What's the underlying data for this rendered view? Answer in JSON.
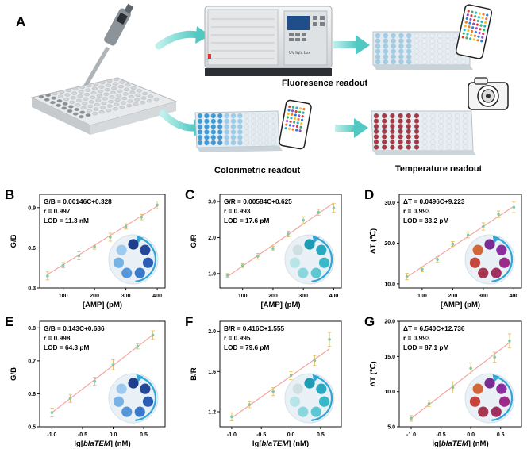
{
  "panel_a": {
    "letter": "A",
    "fluorescence_caption": "Fluoresence readout",
    "colorimetric_caption": "Colorimetric readout",
    "temperature_caption": "Temperature readout",
    "device_label": "UV light box"
  },
  "colors": {
    "fit_line": "#f4a6a0",
    "points": "#7fc8a9",
    "error_bars": "#e0c060",
    "arrow": "#2ea6d8",
    "teal": "#5ccbc8"
  },
  "chart_data": [
    {
      "panel": "B",
      "type": "scatter",
      "equation": "G/B = 0.00146C+0.328",
      "r_text": "r = 0.997",
      "lod_text": "LOD = 11.3 nM",
      "xlabel": "[AMP] (pM)",
      "ylabel": "G/B",
      "xlim": [
        25,
        425
      ],
      "ylim": [
        0.3,
        1.0
      ],
      "xticks": [
        100,
        200,
        300,
        400
      ],
      "yticks": [
        0.3,
        0.6,
        0.9
      ],
      "ytick_labels": [
        "0.3",
        "0.6",
        "0.9"
      ],
      "x": [
        50,
        100,
        150,
        200,
        250,
        300,
        350,
        400
      ],
      "y": [
        0.39,
        0.47,
        0.54,
        0.61,
        0.68,
        0.76,
        0.83,
        0.92
      ],
      "err": [
        0.03,
        0.02,
        0.03,
        0.02,
        0.03,
        0.02,
        0.02,
        0.03
      ],
      "fit": [
        0.00146,
        0.328
      ],
      "wells": [
        "#1e3f8c",
        "#23489a",
        "#2b5db5",
        "#3a78c9",
        "#5596d8",
        "#78b3e6",
        "#9fcaf0"
      ]
    },
    {
      "panel": "C",
      "type": "scatter",
      "equation": "G/R = 0.00584C+0.625",
      "r_text": "r = 0.993",
      "lod_text": "LOD = 17.6 pM",
      "xlabel": "[AMP] (pM)",
      "ylabel": "G/R",
      "xlim": [
        25,
        425
      ],
      "ylim": [
        0.6,
        3.2
      ],
      "xticks": [
        100,
        200,
        300,
        400
      ],
      "yticks": [
        1.0,
        2.0,
        3.0
      ],
      "ytick_labels": [
        "1.0",
        "2.0",
        "3.0"
      ],
      "x": [
        50,
        100,
        150,
        200,
        250,
        300,
        350,
        400
      ],
      "y": [
        0.95,
        1.22,
        1.48,
        1.7,
        2.1,
        2.48,
        2.7,
        2.82
      ],
      "err": [
        0.05,
        0.05,
        0.08,
        0.06,
        0.08,
        0.1,
        0.08,
        0.12
      ],
      "fit": [
        0.00584,
        0.625
      ],
      "wells": [
        "#1e9bb5",
        "#28a9c0",
        "#3ab7c8",
        "#5cc6d2",
        "#8ad6dd",
        "#b7e4e6",
        "#cfe0e4"
      ]
    },
    {
      "panel": "D",
      "type": "scatter",
      "equation": "ΔT = 0.0496C+9.223",
      "r_text": "r = 0.993",
      "lod_text": "LOD = 33.2 pM",
      "xlabel": "[AMP] (pM)",
      "ylabel": "ΔT (℃)",
      "xlim": [
        25,
        425
      ],
      "ylim": [
        9,
        32
      ],
      "xticks": [
        100,
        200,
        300,
        400
      ],
      "yticks": [
        10,
        20,
        30
      ],
      "ytick_labels": [
        "10.0",
        "20.0",
        "30.0"
      ],
      "x": [
        50,
        100,
        150,
        200,
        250,
        300,
        350,
        400
      ],
      "y": [
        11.8,
        13.6,
        16.0,
        19.8,
        22.0,
        24.1,
        27.1,
        28.8
      ],
      "err": [
        0.8,
        0.6,
        0.7,
        0.6,
        0.7,
        0.9,
        0.8,
        1.3
      ],
      "fit": [
        0.0496,
        9.223
      ],
      "wells": [
        "#7a2d91",
        "#8b2fa0",
        "#9b2a8a",
        "#a03060",
        "#a6374f",
        "#c4463c",
        "#d2673a"
      ]
    },
    {
      "panel": "E",
      "type": "scatter",
      "equation": "G/B = 0.143C+0.686",
      "r_text": "r = 0.998",
      "lod_text": "LOD = 64.3 pM",
      "xlabel": "lg[blaTEM] (nM)",
      "ylabel": "G/B",
      "xlim": [
        -1.2,
        0.85
      ],
      "ylim": [
        0.5,
        0.82
      ],
      "xticks": [
        -1.0,
        -0.5,
        0.0,
        0.5
      ],
      "yticks": [
        0.5,
        0.6,
        0.7,
        0.8
      ],
      "ytick_labels": [
        "0.5",
        "0.6",
        "0.7",
        "0.8"
      ],
      "x": [
        -1.0,
        -0.7,
        -0.3,
        0.0,
        0.4,
        0.65
      ],
      "y": [
        0.543,
        0.586,
        0.638,
        0.688,
        0.744,
        0.778
      ],
      "err": [
        0.013,
        0.012,
        0.012,
        0.015,
        0.008,
        0.013
      ],
      "fit": [
        0.143,
        0.686
      ],
      "wells": [
        "#1e3f8c",
        "#23489a",
        "#2b5db5",
        "#3a78c9",
        "#5596d8",
        "#78b3e6",
        "#9fcaf0"
      ]
    },
    {
      "panel": "F",
      "type": "scatter",
      "equation": "B/R = 0.416C+1.555",
      "r_text": "r = 0.995",
      "lod_text": "LOD = 79.6 pM",
      "xlabel": "lg[blaTEM] (nM)",
      "ylabel": "B/R",
      "xlim": [
        -1.2,
        0.85
      ],
      "ylim": [
        1.05,
        2.1
      ],
      "xticks": [
        -1.0,
        -0.5,
        0.0,
        0.5
      ],
      "yticks": [
        1.2,
        1.6,
        2.0
      ],
      "ytick_labels": [
        "1.2",
        "1.6",
        "2.0"
      ],
      "x": [
        -1.0,
        -0.7,
        -0.3,
        0.0,
        0.4,
        0.65
      ],
      "y": [
        1.15,
        1.27,
        1.4,
        1.56,
        1.71,
        1.92
      ],
      "err": [
        0.04,
        0.03,
        0.04,
        0.04,
        0.05,
        0.07
      ],
      "fit": [
        0.416,
        1.555
      ],
      "wells": [
        "#1e9bb5",
        "#28a9c0",
        "#3ab7c8",
        "#5cc6d2",
        "#8ad6dd",
        "#b7e4e6",
        "#cfe0e4"
      ]
    },
    {
      "panel": "G",
      "type": "scatter",
      "equation": "ΔT = 6.540C+12.736",
      "r_text": "r = 0.993",
      "lod_text": "LOD = 87.1 pM",
      "xlabel": "lg[blaTEM] (nM)",
      "ylabel": "ΔT (℃)",
      "xlim": [
        -1.2,
        0.85
      ],
      "ylim": [
        5,
        20
      ],
      "xticks": [
        -1.0,
        -0.5,
        0.0,
        0.5
      ],
      "yticks": [
        5,
        10,
        15,
        20
      ],
      "ytick_labels": [
        "5.0",
        "10.0",
        "15.0",
        "20.0"
      ],
      "x": [
        -1.0,
        -0.7,
        -0.3,
        0.0,
        0.4,
        0.65
      ],
      "y": [
        6.2,
        8.3,
        10.6,
        13.3,
        14.9,
        17.2
      ],
      "err": [
        0.4,
        0.4,
        0.8,
        0.8,
        0.7,
        1.0
      ],
      "fit": [
        6.54,
        12.736
      ],
      "wells": [
        "#7a2d91",
        "#8b2fa0",
        "#9b2a8a",
        "#a03060",
        "#a6374f",
        "#c4463c",
        "#d2673a"
      ]
    }
  ]
}
